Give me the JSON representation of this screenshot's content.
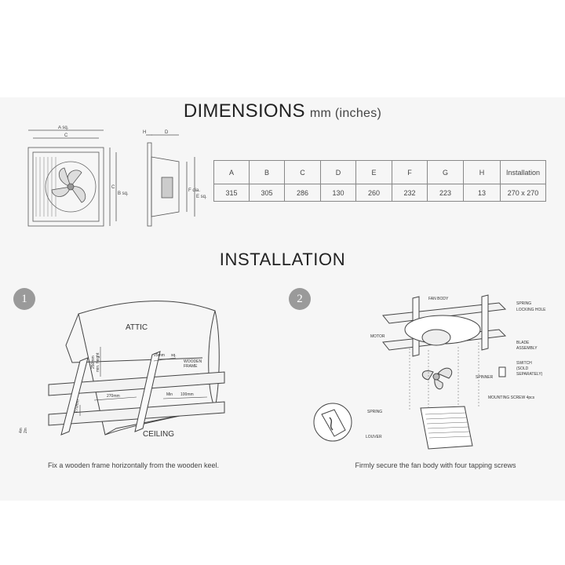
{
  "dimensions": {
    "title": "DIMENSIONS",
    "unit": "mm (inches)",
    "drawing_labels": {
      "a": "A sq.",
      "c": "C",
      "b_side": "B sq.",
      "c_side": "C",
      "h": "H",
      "d": "D",
      "f": "F dia.",
      "e": "E sq."
    },
    "table": {
      "headers": [
        "A",
        "B",
        "C",
        "D",
        "E",
        "F",
        "G",
        "H",
        "Installation"
      ],
      "values": [
        "315",
        "305",
        "286",
        "130",
        "260",
        "232",
        "223",
        "13",
        "270 x 270"
      ]
    }
  },
  "installation": {
    "title": "INSTALLATION",
    "steps": [
      {
        "number": "1",
        "labels": {
          "attic": "ATTIC",
          "ceiling": "CEILING",
          "height": "250mm",
          "height_note": "min. height",
          "width": "270mm",
          "depth": "270mm",
          "gap": "25mm",
          "gap_suffix": "sq.",
          "frame": "WOODEN",
          "frame_2": "FRAME",
          "min": "Min",
          "min_value": "100mm",
          "side_a": "4in",
          "side_b": "2in"
        },
        "caption": "Fix a wooden frame horizontally from the wooden keel."
      },
      {
        "number": "2",
        "labels": {
          "fan_body": "FAN BODY",
          "spring_hole": "SPRING",
          "spring_hole_2": "LOCKING HOLE",
          "motor": "MOTOR",
          "blade": "BLADE",
          "blade_2": "ASSEMBLY",
          "switch": "SWITCH",
          "switch_2": "(SOLD",
          "switch_3": "SEPARATELY)",
          "spinner": "SPINNER",
          "screw": "MOUNTING SCREW 4pcs",
          "spring": "SPRING",
          "louver": "LOUVER"
        },
        "caption": "Firmly secure the fan body with four tapping screws"
      }
    ]
  }
}
